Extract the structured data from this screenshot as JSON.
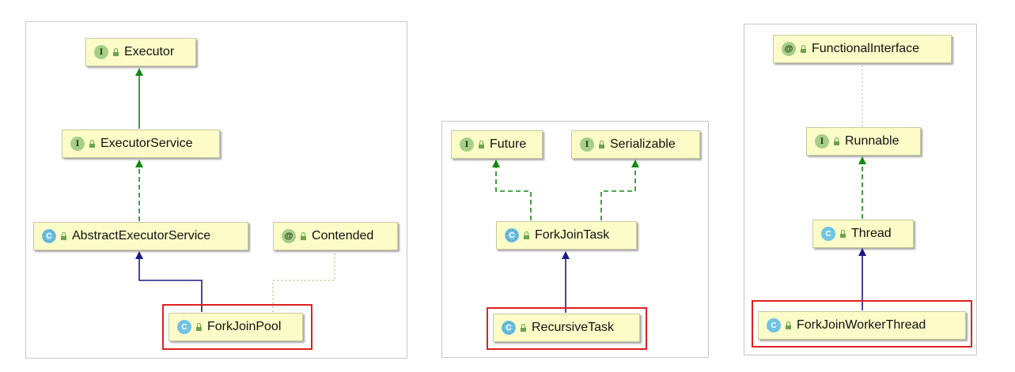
{
  "colors": {
    "node_fill": "#fcfcc8",
    "implements_arrow": "#128a12",
    "extends_arrow": "#1a1a8c",
    "annotation_link": "#c8c896",
    "highlight": "#e02020"
  },
  "diagrams": [
    {
      "nodes": {
        "executor": {
          "label": "Executor",
          "badge": "I",
          "kind": "interface"
        },
        "executor_service": {
          "label": "ExecutorService",
          "badge": "I",
          "kind": "interface"
        },
        "abstract_executor_service": {
          "label": "AbstractExecutorService",
          "badge": "C",
          "kind": "abstract"
        },
        "contended": {
          "label": "Contended",
          "badge": "@",
          "kind": "annotation"
        },
        "fork_join_pool": {
          "label": "ForkJoinPool",
          "badge": "C",
          "kind": "class",
          "highlighted": true
        }
      }
    },
    {
      "nodes": {
        "future": {
          "label": "Future",
          "badge": "I",
          "kind": "interface"
        },
        "serializable": {
          "label": "Serializable",
          "badge": "I",
          "kind": "interface"
        },
        "fork_join_task": {
          "label": "ForkJoinTask",
          "badge": "C",
          "kind": "abstract"
        },
        "recursive_task": {
          "label": "RecursiveTask",
          "badge": "C",
          "kind": "abstract",
          "highlighted": true
        }
      }
    },
    {
      "nodes": {
        "functional_interface": {
          "label": "FunctionalInterface",
          "badge": "@",
          "kind": "annotation"
        },
        "runnable": {
          "label": "Runnable",
          "badge": "I",
          "kind": "interface"
        },
        "thread": {
          "label": "Thread",
          "badge": "C",
          "kind": "class"
        },
        "fork_join_worker_thread": {
          "label": "ForkJoinWorkerThread",
          "badge": "C",
          "kind": "class",
          "highlighted": true
        }
      }
    }
  ]
}
